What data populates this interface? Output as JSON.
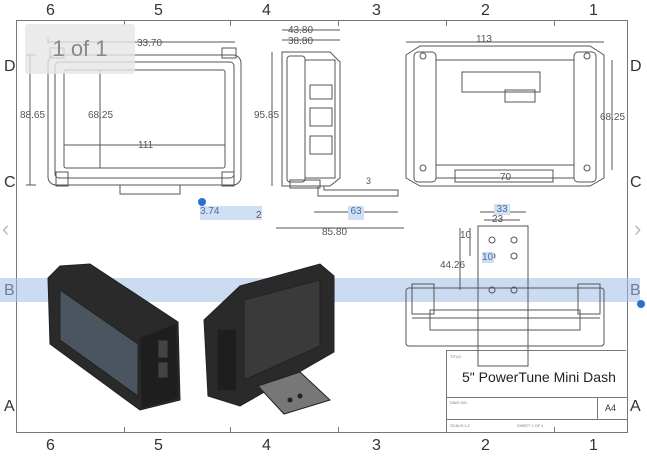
{
  "viewer": {
    "page_indicator": "1 of 1",
    "prev_arrow": "‹",
    "next_arrow": "›"
  },
  "zones": {
    "columns": [
      "6",
      "5",
      "4",
      "3",
      "2",
      "1"
    ],
    "rows": [
      "D",
      "C",
      "B",
      "A"
    ]
  },
  "dimensions": {
    "front_width_top": "33.70",
    "front_height": "88.65",
    "screen_height": "68.25",
    "screen_width": "111",
    "side_depth_outer": "43.80",
    "side_depth_inner": "38.80",
    "side_height": "95.85",
    "bracket_thickness": "3",
    "bracket_length": "63",
    "overall_depth": "85.80",
    "offset_a": "3.74",
    "offset_b": "2",
    "rear_width": "113",
    "rear_height": "68.25",
    "rear_mount_spacing": "70",
    "bracket_width_outer": "33",
    "bracket_width_inner": "23",
    "hole_spacing_v": "10",
    "hole_spacing_h": "10",
    "bracket_offset": "44.26"
  },
  "title_block": {
    "title_label": "TITLE:",
    "title": "5\" PowerTune Mini Dash",
    "dwg_label": "DWG.NO.",
    "size": "A4",
    "scale_label": "SCALE:1:2",
    "sheet_label": "SHEET 1 OF 1"
  },
  "colors": {
    "highlight_band": "#a0bee6",
    "selection_handle": "#2d6fd0",
    "line": "#555555"
  }
}
